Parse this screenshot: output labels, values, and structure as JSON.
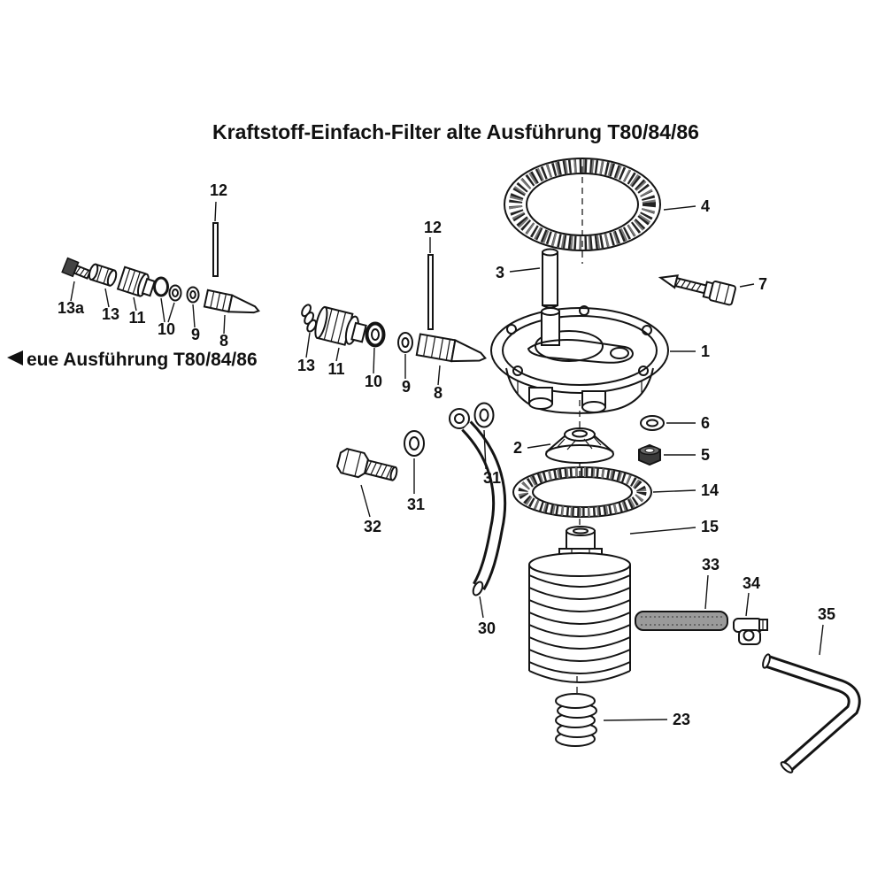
{
  "title": "Kraftstoff-Einfach-Filter alte Ausführung T80/84/86",
  "variant_note": "eue Ausführung T80/84/86",
  "ink_color": "#141414",
  "labels": {
    "t12a": "12",
    "t12b": "12",
    "t3": "3",
    "t4": "4",
    "t7": "7",
    "t1": "1",
    "t13a": "13a",
    "t13r1": "13",
    "t11r1": "11",
    "t10r1": "10",
    "t9r1": "9",
    "t8r1": "8",
    "t13r2": "13",
    "t11r2": "11",
    "t10r2": "10",
    "t9r2": "9",
    "t8r2": "8",
    "t6": "6",
    "t5": "5",
    "t2": "2",
    "t14": "14",
    "t15": "15",
    "t31a": "31",
    "t31b": "31",
    "t32": "32",
    "t30": "30",
    "t33": "33",
    "t34": "34",
    "t35": "35",
    "t23": "23"
  }
}
